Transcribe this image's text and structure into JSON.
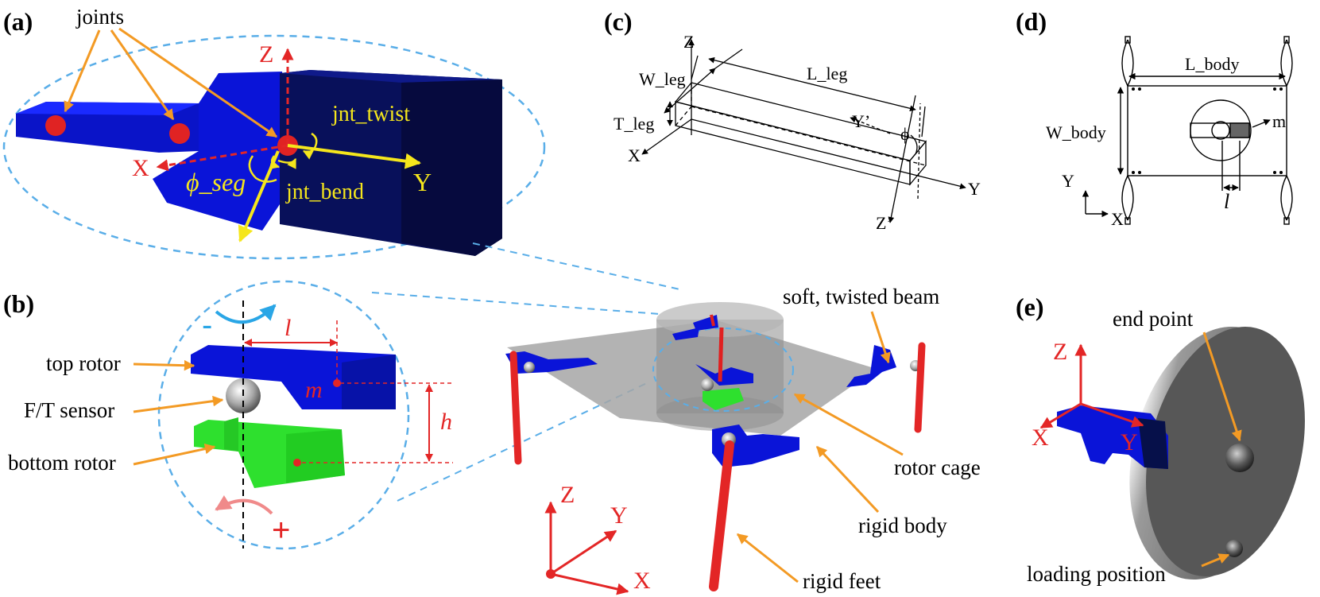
{
  "panels": {
    "a": "(a)",
    "b": "(b)",
    "c": "(c)",
    "d": "(d)",
    "e": "(e)"
  },
  "panel_a": {
    "joints": "joints",
    "axis_z": "Z",
    "axis_x": "X",
    "axis_y": "Y",
    "jnt_twist": "jnt_twist",
    "jnt_bend": "jnt_bend",
    "phi_seg": "ϕ_seg"
  },
  "panel_b": {
    "minus": "-",
    "plus": "+",
    "l": "l",
    "m": "m",
    "h": "h",
    "top_rotor": "top rotor",
    "ft_sensor": "F/T sensor",
    "bottom_rotor": "bottom rotor"
  },
  "panel_c": {
    "z": "Z",
    "w_leg": "W_leg",
    "l_leg": "L_leg",
    "t_leg": "T_leg",
    "x": "X",
    "y_prime": "Y’",
    "phi": "ϕ",
    "y": "Y",
    "z_prime": "Z’"
  },
  "panel_d": {
    "l_body": "L_body",
    "w_body": "W_body",
    "m": "m",
    "y": "Y",
    "x": "X",
    "l": "l"
  },
  "panel_e": {
    "end_point": "end point",
    "z": "Z",
    "x": "X",
    "y": "Y",
    "loading_position": "loading position"
  },
  "robot": {
    "soft_twisted_beam": "soft, twisted beam",
    "rotor_cage": "rotor cage",
    "rigid_body": "rigid body",
    "rigid_feet": "rigid feet",
    "axis_z": "Z",
    "axis_y": "Y",
    "axis_x": "X"
  },
  "colors": {
    "orange_arrow": "#f39a24",
    "red_axis": "#e32626",
    "blue_leg": "#0a14d8",
    "dark_blue": "#0a0f5e",
    "green_rotor": "#33e633",
    "dashed_blue": "#5aaee8",
    "yellow_axis": "#f5e61c"
  }
}
